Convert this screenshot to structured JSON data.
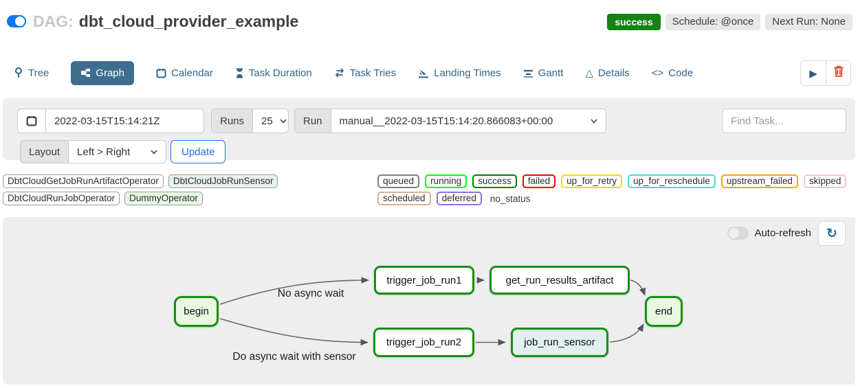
{
  "header": {
    "dag_prefix": "DAG:",
    "dag_name": "dbt_cloud_provider_example",
    "status_badge": "success",
    "schedule_badge": "Schedule: @once",
    "next_run_badge": "Next Run: None"
  },
  "tabs": {
    "items": [
      {
        "label": "Tree",
        "icon": "tree-pin-icon"
      },
      {
        "label": "Graph",
        "icon": "graph-icon",
        "active": true
      },
      {
        "label": "Calendar",
        "icon": "calendar-icon"
      },
      {
        "label": "Task Duration",
        "icon": "hourglass-icon"
      },
      {
        "label": "Task Tries",
        "icon": "repeat-icon"
      },
      {
        "label": "Landing Times",
        "icon": "plane-landing-icon"
      },
      {
        "label": "Gantt",
        "icon": "gantt-bars-icon"
      },
      {
        "label": "Details",
        "icon": "triangle-icon"
      },
      {
        "label": "Code",
        "icon": "code-icon"
      }
    ],
    "code_glyph": "<>",
    "details_glyph": "△",
    "play_glyph": "▶"
  },
  "filters": {
    "base_date_value": "2022-03-15T15:14:21Z",
    "runs_label": "Runs",
    "runs_value": "25",
    "run_label": "Run",
    "run_value": "manual__2022-03-15T15:14:20.866083+00:00",
    "find_task_placeholder": "Find Task...",
    "layout_label": "Layout",
    "layout_value": "Left > Right",
    "update_button": "Update"
  },
  "legend": {
    "operators": [
      {
        "label": "DbtCloudGetJobRunArtifactOperator",
        "fill": "#ffffff"
      },
      {
        "label": "DbtCloudJobRunSensor",
        "fill": "#e6f1f2"
      },
      {
        "label": "DbtCloudRunJobOperator",
        "fill": "#ffffff"
      },
      {
        "label": "DummyOperator",
        "fill": "#e8f7e4"
      }
    ],
    "statuses": [
      {
        "label": "queued",
        "color": "gray"
      },
      {
        "label": "running",
        "color": "lime"
      },
      {
        "label": "success",
        "color": "green"
      },
      {
        "label": "failed",
        "color": "red"
      },
      {
        "label": "up_for_retry",
        "color": "gold"
      },
      {
        "label": "up_for_reschedule",
        "color": "turquoise"
      },
      {
        "label": "upstream_failed",
        "color": "orange"
      },
      {
        "label": "skipped",
        "color": "pink"
      },
      {
        "label": "scheduled",
        "color": "tan"
      },
      {
        "label": "deferred",
        "color": "mediumpurple"
      },
      {
        "label": "no_status",
        "color": "none"
      }
    ]
  },
  "graph": {
    "auto_refresh_label": "Auto-refresh",
    "refresh_glyph": "↻",
    "node_border_color": "#149114",
    "nodes": [
      {
        "id": "begin",
        "label": "begin",
        "state": "success",
        "fill": "#e9f7e1"
      },
      {
        "id": "trigger_job_run1",
        "label": "trigger_job_run1",
        "state": "success",
        "fill": "#ffffff"
      },
      {
        "id": "get_run_results_artifact",
        "label": "get_run_results_artifact",
        "state": "success",
        "fill": "#ffffff"
      },
      {
        "id": "end",
        "label": "end",
        "state": "success",
        "fill": "#e9f7e1"
      },
      {
        "id": "trigger_job_run2",
        "label": "trigger_job_run2",
        "state": "success",
        "fill": "#ffffff"
      },
      {
        "id": "job_run_sensor",
        "label": "job_run_sensor",
        "state": "success",
        "fill": "#e3eeee"
      }
    ],
    "edges": [
      {
        "from": "begin",
        "to": "trigger_job_run1",
        "label": "No async wait"
      },
      {
        "from": "trigger_job_run1",
        "to": "get_run_results_artifact",
        "label": ""
      },
      {
        "from": "get_run_results_artifact",
        "to": "end",
        "label": ""
      },
      {
        "from": "begin",
        "to": "trigger_job_run2",
        "label": "Do async wait with sensor"
      },
      {
        "from": "trigger_job_run2",
        "to": "job_run_sensor",
        "label": ""
      },
      {
        "from": "job_run_sensor",
        "to": "end",
        "label": ""
      }
    ],
    "edge_labels": [
      {
        "text": "No async wait"
      },
      {
        "text": "Do async wait with sensor"
      }
    ]
  }
}
